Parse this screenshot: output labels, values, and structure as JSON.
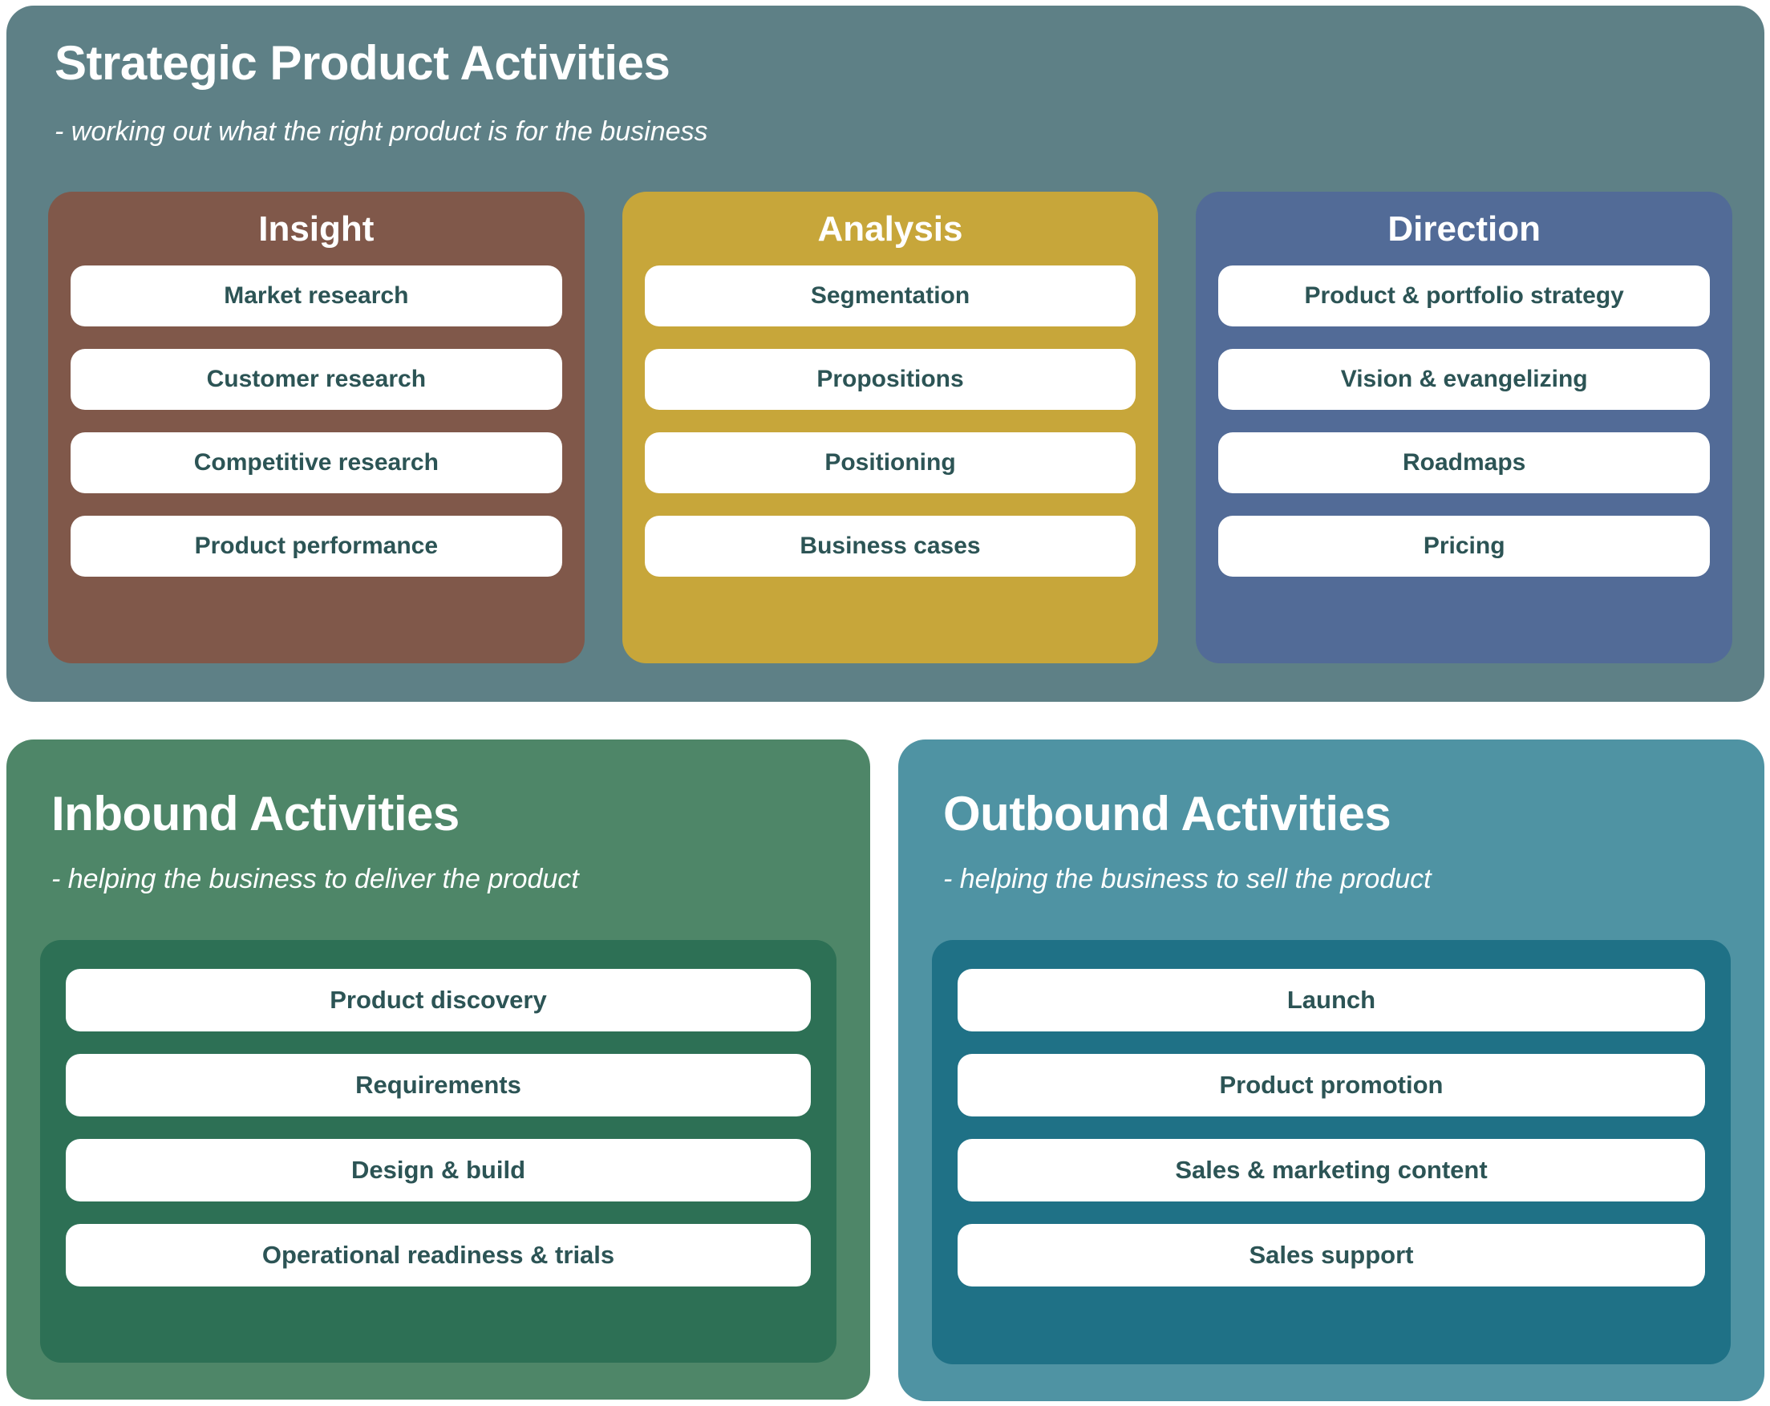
{
  "colors": {
    "strategic_panel_bg": "#5E8086",
    "insight_bg": "#80584A",
    "analysis_bg": "#C7A63A",
    "direction_bg": "#526B97",
    "inbound_outer_bg": "#4E8668",
    "inbound_inner_bg": "#2D7055",
    "outbound_outer_bg": "#4F93A3",
    "outbound_inner_bg": "#1F7186",
    "pill_bg": "#FFFFFF",
    "pill_text": "#2C5455",
    "heading_text": "#FFFFFF"
  },
  "strategic": {
    "title": "Strategic Product Activities",
    "subtitle": "- working out what the right product is for the business",
    "columns": [
      {
        "title": "Insight",
        "items": [
          "Market research",
          "Customer research",
          "Competitive research",
          "Product performance"
        ]
      },
      {
        "title": "Analysis",
        "items": [
          "Segmentation",
          "Propositions",
          "Positioning",
          "Business cases"
        ]
      },
      {
        "title": "Direction",
        "items": [
          "Product & portfolio strategy",
          "Vision & evangelizing",
          "Roadmaps",
          "Pricing"
        ]
      }
    ]
  },
  "inbound": {
    "title": "Inbound Activities",
    "subtitle": "- helping the business to deliver the product",
    "items": [
      "Product discovery",
      "Requirements",
      "Design & build",
      "Operational readiness & trials"
    ]
  },
  "outbound": {
    "title": "Outbound Activities",
    "subtitle": "- helping the business to sell the product",
    "items": [
      "Launch",
      "Product promotion",
      "Sales & marketing content",
      "Sales support"
    ]
  }
}
